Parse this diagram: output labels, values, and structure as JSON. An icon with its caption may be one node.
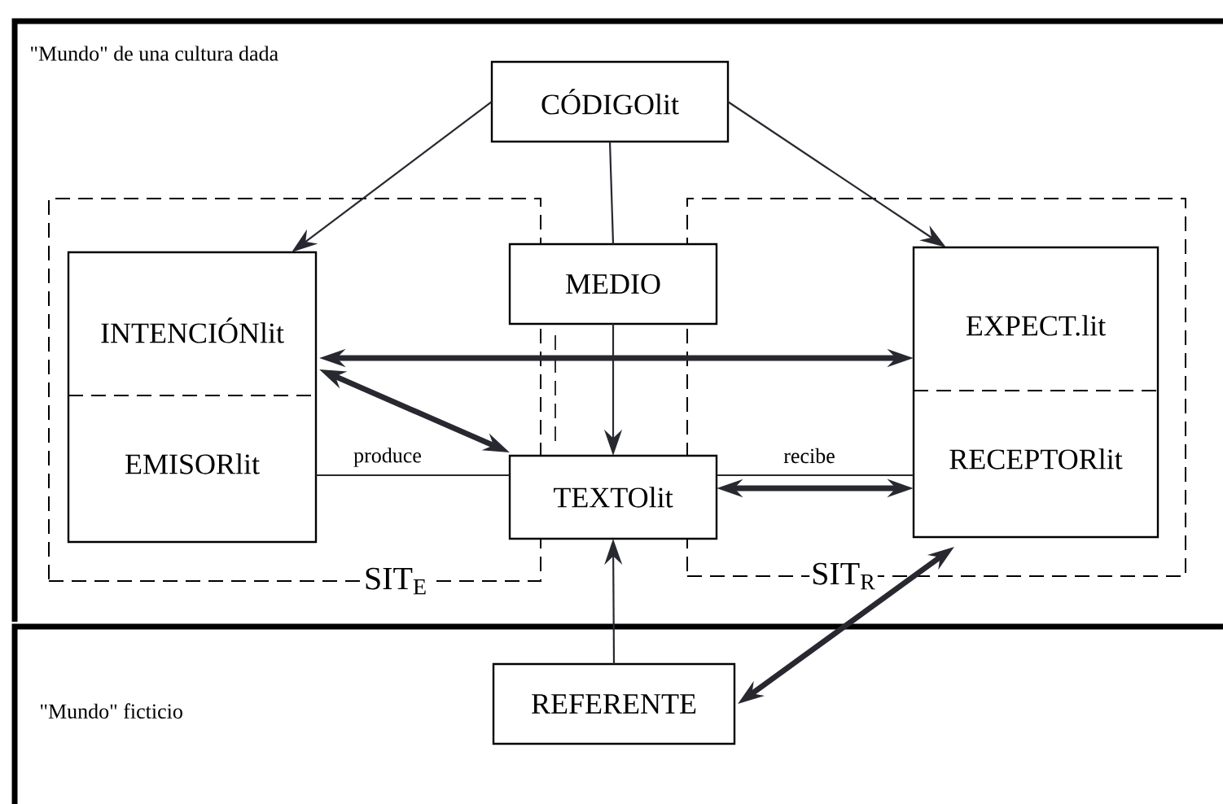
{
  "diagram": {
    "nodes": [
      {
        "text": [
          "\"Mundo\" de una cultura dada"
        ]
      },
      {
        "text": [
          "\"Mundo\" ficticio"
        ]
      },
      {
        "text": [
          "CÓDIGOlit"
        ],
        "in": 0
      },
      {
        "text": [
          "SIT$_{E}$"
        ],
        "in": 0
      },
      {
        "text": [
          "INTENCIÓNlit",
          "EMISORlit"
        ],
        "in": 3
      },
      {
        "text": [
          "MEDIO"
        ],
        "in": 0
      },
      {
        "text": [
          "TEXTOlit"
        ],
        "in": 0
      },
      {
        "text": [
          "SIT$_{R}$"
        ],
        "in": 0
      },
      {
        "text": [
          "EXPECT.lit",
          "RECEPTORlit"
        ],
        "in": 7
      },
      {
        "text": [
          "REFERENTE"
        ],
        "in": 1
      }
    ],
    "edges": [
      {
        "from": 2,
        "to": 4,
        "arrow": "to"
      },
      {
        "from": 2,
        "to": 8,
        "arrow": "to"
      },
      {
        "from": 2,
        "to": 5,
        "arrow": "none"
      },
      {
        "from": 5,
        "to": 6,
        "arrow": "to"
      },
      {
        "from": 4,
        "to": 8,
        "arrow": "both",
        "style": "thick"
      },
      {
        "from": 4,
        "to": 6,
        "arrow": "both",
        "style": "thick"
      },
      {
        "from": 4,
        "to": 6,
        "arrow": "none",
        "label": "produce"
      },
      {
        "from": 6,
        "to": 8,
        "arrow": "none",
        "label": "recibe"
      },
      {
        "from": 6,
        "to": 8,
        "arrow": "both",
        "style": "thick"
      },
      {
        "from": 9,
        "to": 6,
        "arrow": "to"
      },
      {
        "from": 9,
        "to": 8,
        "arrow": "both",
        "style": "thick"
      }
    ]
  }
}
